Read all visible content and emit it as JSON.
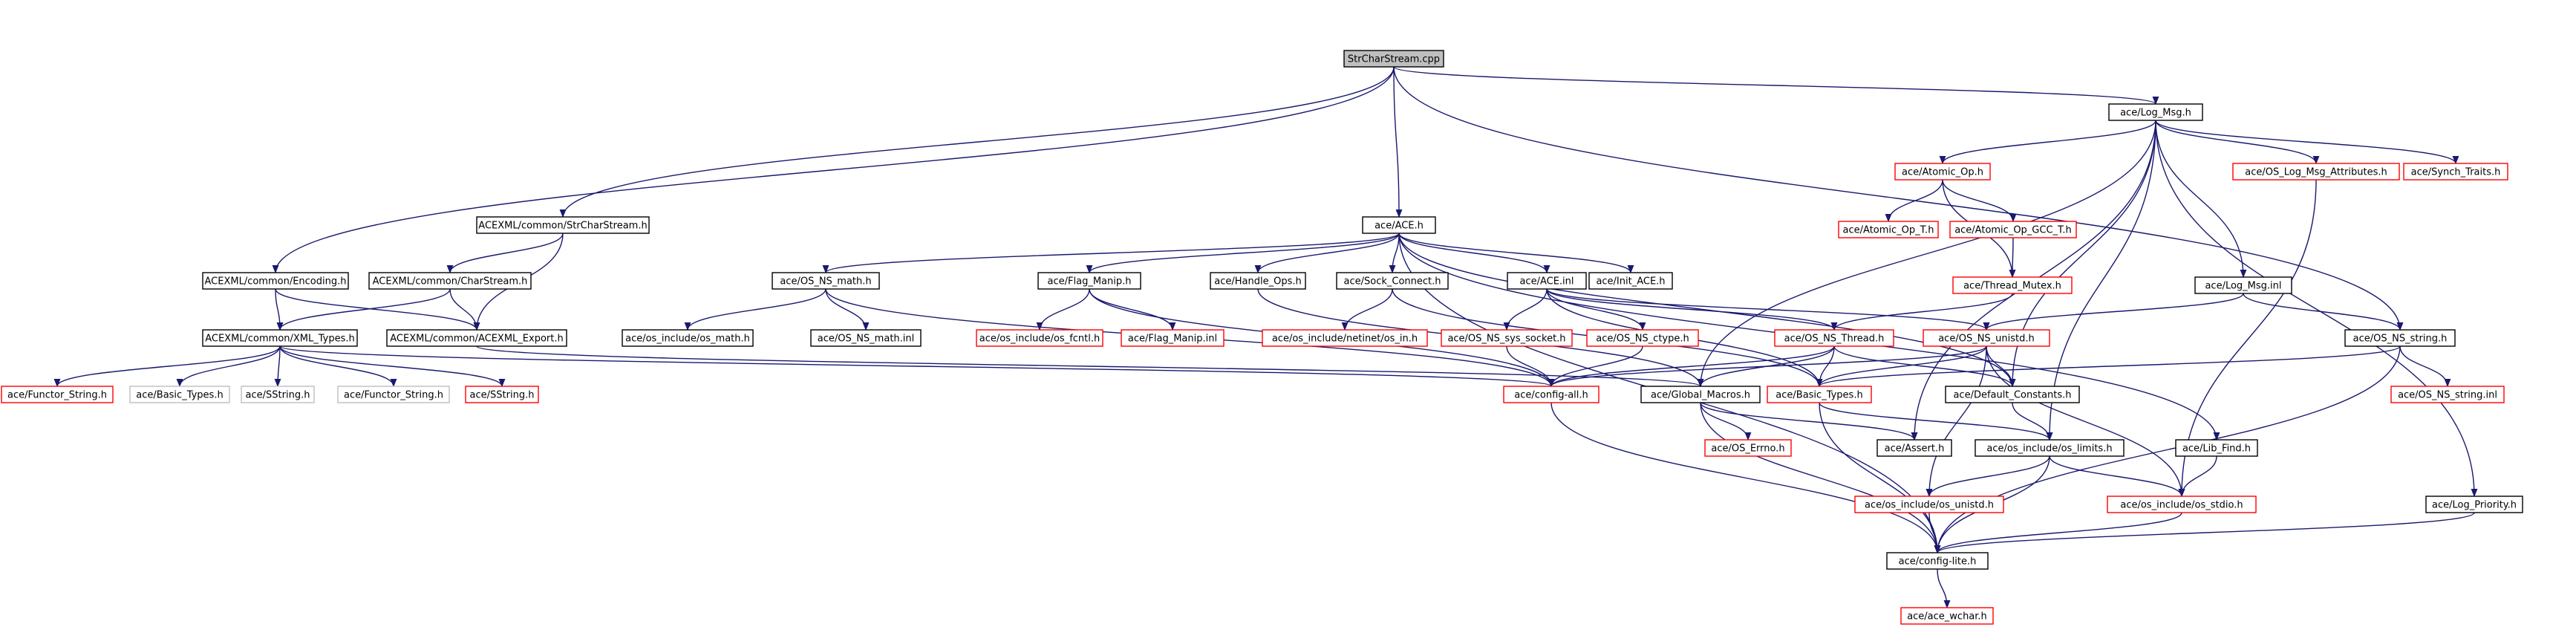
{
  "graph": {
    "nodes": [
      {
        "id": "root",
        "label": "StrCharStream.cpp",
        "kind": "root"
      },
      {
        "id": "logmsg_h",
        "label": "ace/Log_Msg.h",
        "kind": "normal"
      },
      {
        "id": "acexml_strchar",
        "label": "ACEXML/common/StrCharStream.h",
        "kind": "normal"
      },
      {
        "id": "ace_h",
        "label": "ace/ACE.h",
        "kind": "normal"
      },
      {
        "id": "acexml_enc",
        "label": "ACEXML/common/Encoding.h",
        "kind": "normal"
      },
      {
        "id": "acexml_charstream",
        "label": "ACEXML/common/CharStream.h",
        "kind": "normal"
      },
      {
        "id": "acexml_types",
        "label": "ACEXML/common/XML_Types.h",
        "kind": "normal"
      },
      {
        "id": "acexml_export",
        "label": "ACEXML/common/ACEXML_Export.h",
        "kind": "normal"
      },
      {
        "id": "functor_string",
        "label": "ace/Functor_String.h",
        "kind": "missing"
      },
      {
        "id": "basic_types_gray",
        "label": "ace/Basic_Types.h",
        "kind": "gray"
      },
      {
        "id": "sstring_gray",
        "label": "ace/SString.h",
        "kind": "gray"
      },
      {
        "id": "functor_string_gray",
        "label": "ace/Functor_String.h",
        "kind": "gray"
      },
      {
        "id": "sstring",
        "label": "ace/SString.h",
        "kind": "missing"
      },
      {
        "id": "os_ns_math_h",
        "label": "ace/OS_NS_math.h",
        "kind": "normal"
      },
      {
        "id": "os_math_h",
        "label": "ace/os_include/os_math.h",
        "kind": "normal"
      },
      {
        "id": "os_ns_math_inl",
        "label": "ace/OS_NS_math.inl",
        "kind": "normal"
      },
      {
        "id": "flag_manip_h",
        "label": "ace/Flag_Manip.h",
        "kind": "normal"
      },
      {
        "id": "os_fcntl",
        "label": "ace/os_include/os_fcntl.h",
        "kind": "missing"
      },
      {
        "id": "flag_manip_inl",
        "label": "ace/Flag_Manip.inl",
        "kind": "missing"
      },
      {
        "id": "handle_ops",
        "label": "ace/Handle_Ops.h",
        "kind": "normal"
      },
      {
        "id": "sock_connect",
        "label": "ace/Sock_Connect.h",
        "kind": "normal"
      },
      {
        "id": "netinet_in",
        "label": "ace/os_include/netinet/os_in.h",
        "kind": "missing"
      },
      {
        "id": "ace_inl",
        "label": "ace/ACE.inl",
        "kind": "normal"
      },
      {
        "id": "init_ace",
        "label": "ace/Init_ACE.h",
        "kind": "normal"
      },
      {
        "id": "sys_socket",
        "label": "ace/OS_NS_sys_socket.h",
        "kind": "missing"
      },
      {
        "id": "os_ns_ctype",
        "label": "ace/OS_NS_ctype.h",
        "kind": "missing"
      },
      {
        "id": "os_ns_thread",
        "label": "ace/OS_NS_Thread.h",
        "kind": "missing"
      },
      {
        "id": "os_ns_unistd",
        "label": "ace/OS_NS_unistd.h",
        "kind": "missing"
      },
      {
        "id": "config_all",
        "label": "ace/config-all.h",
        "kind": "missing"
      },
      {
        "id": "global_macros",
        "label": "ace/Global_Macros.h",
        "kind": "normal"
      },
      {
        "id": "basic_types",
        "label": "ace/Basic_Types.h",
        "kind": "missing"
      },
      {
        "id": "default_constants",
        "label": "ace/Default_Constants.h",
        "kind": "normal"
      },
      {
        "id": "os_errno",
        "label": "ace/OS_Errno.h",
        "kind": "missing"
      },
      {
        "id": "ace_assert",
        "label": "ace/Assert.h",
        "kind": "normal"
      },
      {
        "id": "os_limits",
        "label": "ace/os_include/os_limits.h",
        "kind": "normal"
      },
      {
        "id": "lib_find",
        "label": "ace/Lib_Find.h",
        "kind": "normal"
      },
      {
        "id": "os_unistd",
        "label": "ace/os_include/os_unistd.h",
        "kind": "missing"
      },
      {
        "id": "os_stdio",
        "label": "ace/os_include/os_stdio.h",
        "kind": "missing"
      },
      {
        "id": "log_priority",
        "label": "ace/Log_Priority.h",
        "kind": "normal"
      },
      {
        "id": "config_lite",
        "label": "ace/config-lite.h",
        "kind": "normal"
      },
      {
        "id": "ace_wchar",
        "label": "ace/ace_wchar.h",
        "kind": "missing"
      },
      {
        "id": "atomic_op_h",
        "label": "ace/Atomic_Op.h",
        "kind": "missing"
      },
      {
        "id": "atomic_op_t",
        "label": "ace/Atomic_Op_T.h",
        "kind": "missing"
      },
      {
        "id": "atomic_op_gcc",
        "label": "ace/Atomic_Op_GCC_T.h",
        "kind": "missing"
      },
      {
        "id": "thread_mutex",
        "label": "ace/Thread_Mutex.h",
        "kind": "missing"
      },
      {
        "id": "log_msg_attr",
        "label": "ace/OS_Log_Msg_Attributes.h",
        "kind": "missing"
      },
      {
        "id": "synch_traits",
        "label": "ace/Synch_Traits.h",
        "kind": "missing"
      },
      {
        "id": "log_msg_inl",
        "label": "ace/Log_Msg.inl",
        "kind": "normal"
      },
      {
        "id": "os_ns_string_h",
        "label": "ace/OS_NS_string.h",
        "kind": "normal"
      },
      {
        "id": "os_ns_string_inl",
        "label": "ace/OS_NS_string.inl",
        "kind": "missing"
      }
    ],
    "edges": [
      [
        "root",
        "logmsg_h"
      ],
      [
        "root",
        "acexml_strchar"
      ],
      [
        "root",
        "ace_h"
      ],
      [
        "root",
        "acexml_enc"
      ],
      [
        "root",
        "os_ns_string_h"
      ],
      [
        "acexml_strchar",
        "acexml_charstream"
      ],
      [
        "acexml_strchar",
        "acexml_export"
      ],
      [
        "acexml_enc",
        "acexml_types"
      ],
      [
        "acexml_enc",
        "acexml_export"
      ],
      [
        "acexml_charstream",
        "acexml_types"
      ],
      [
        "acexml_charstream",
        "acexml_export"
      ],
      [
        "acexml_types",
        "functor_string"
      ],
      [
        "acexml_types",
        "basic_types_gray"
      ],
      [
        "acexml_types",
        "sstring_gray"
      ],
      [
        "acexml_types",
        "functor_string_gray"
      ],
      [
        "acexml_types",
        "sstring"
      ],
      [
        "acexml_types",
        "config_all"
      ],
      [
        "acexml_export",
        "global_macros"
      ],
      [
        "ace_h",
        "os_ns_math_h"
      ],
      [
        "ace_h",
        "flag_manip_h"
      ],
      [
        "ace_h",
        "handle_ops"
      ],
      [
        "ace_h",
        "sock_connect"
      ],
      [
        "ace_h",
        "ace_inl"
      ],
      [
        "ace_h",
        "init_ace"
      ],
      [
        "ace_h",
        "lib_find"
      ],
      [
        "ace_h",
        "default_constants"
      ],
      [
        "ace_h",
        "config_lite"
      ],
      [
        "os_ns_math_h",
        "os_math_h"
      ],
      [
        "os_ns_math_h",
        "os_ns_math_inl"
      ],
      [
        "os_ns_math_h",
        "config_all"
      ],
      [
        "flag_manip_h",
        "os_fcntl"
      ],
      [
        "flag_manip_h",
        "flag_manip_inl"
      ],
      [
        "flag_manip_h",
        "config_all"
      ],
      [
        "handle_ops",
        "global_macros"
      ],
      [
        "sock_connect",
        "netinet_in"
      ],
      [
        "sock_connect",
        "basic_types"
      ],
      [
        "ace_inl",
        "sys_socket"
      ],
      [
        "ace_inl",
        "os_ns_ctype"
      ],
      [
        "ace_inl",
        "os_ns_thread"
      ],
      [
        "ace_inl",
        "os_ns_unistd"
      ],
      [
        "ace_inl",
        "basic_types"
      ],
      [
        "sys_socket",
        "config_all"
      ],
      [
        "os_ns_ctype",
        "config_all"
      ],
      [
        "os_ns_thread",
        "config_all"
      ],
      [
        "os_ns_thread",
        "global_macros"
      ],
      [
        "os_ns_thread",
        "basic_types"
      ],
      [
        "os_ns_thread",
        "default_constants"
      ],
      [
        "os_ns_unistd",
        "config_all"
      ],
      [
        "os_ns_unistd",
        "basic_types"
      ],
      [
        "os_ns_unistd",
        "default_constants"
      ],
      [
        "os_ns_unistd",
        "os_unistd"
      ],
      [
        "os_ns_unistd",
        "os_stdio"
      ],
      [
        "config_all",
        "config_lite"
      ],
      [
        "global_macros",
        "os_errno"
      ],
      [
        "global_macros",
        "ace_assert"
      ],
      [
        "global_macros",
        "config_lite"
      ],
      [
        "basic_types",
        "os_limits"
      ],
      [
        "basic_types",
        "config_lite"
      ],
      [
        "default_constants",
        "os_limits"
      ],
      [
        "os_limits",
        "os_unistd"
      ],
      [
        "os_limits",
        "os_stdio"
      ],
      [
        "os_limits",
        "config_lite"
      ],
      [
        "lib_find",
        "os_stdio"
      ],
      [
        "os_unistd",
        "config_lite"
      ],
      [
        "os_stdio",
        "config_lite"
      ],
      [
        "log_priority",
        "config_lite"
      ],
      [
        "config_lite",
        "ace_wchar"
      ],
      [
        "logmsg_h",
        "atomic_op_h"
      ],
      [
        "logmsg_h",
        "log_msg_attr"
      ],
      [
        "logmsg_h",
        "synch_traits"
      ],
      [
        "logmsg_h",
        "log_msg_inl"
      ],
      [
        "logmsg_h",
        "global_macros"
      ],
      [
        "logmsg_h",
        "default_constants"
      ],
      [
        "logmsg_h",
        "log_priority"
      ],
      [
        "logmsg_h",
        "os_limits"
      ],
      [
        "logmsg_h",
        "ace_assert"
      ],
      [
        "atomic_op_h",
        "atomic_op_t"
      ],
      [
        "atomic_op_h",
        "atomic_op_gcc"
      ],
      [
        "atomic_op_h",
        "thread_mutex"
      ],
      [
        "atomic_op_gcc",
        "thread_mutex"
      ],
      [
        "thread_mutex",
        "os_ns_thread"
      ],
      [
        "log_msg_attr",
        "os_stdio"
      ],
      [
        "log_msg_inl",
        "os_ns_string_h"
      ],
      [
        "log_msg_inl",
        "os_ns_unistd"
      ],
      [
        "os_ns_string_h",
        "os_ns_string_inl"
      ],
      [
        "os_ns_string_h",
        "basic_types"
      ],
      [
        "os_ns_string_h",
        "config_lite"
      ]
    ]
  },
  "colors": {
    "edge": "#191970",
    "root_fill": "#bfbfbf",
    "node_border": "#000000",
    "missing_border": "#ff0000",
    "gray_border": "#bfbfbf"
  }
}
